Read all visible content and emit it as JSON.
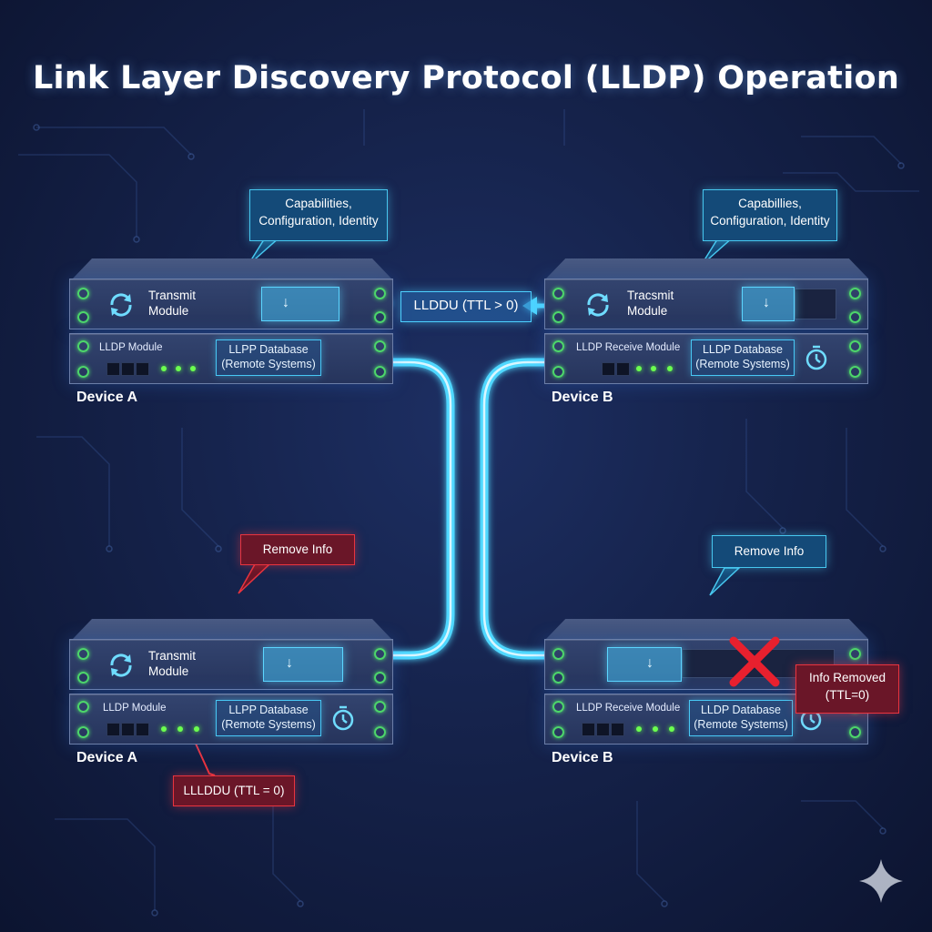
{
  "title": "Link Layer Discovery Protocol (LLDP) Operation",
  "top_left": {
    "callout": [
      "Capabilities,",
      "Configuration, Identity"
    ],
    "transmit_label": [
      "Transmit",
      "Module"
    ],
    "module_label": "LLDP Module",
    "database": [
      "LLPP Database",
      "(Remote Systems)"
    ],
    "device": "Device A"
  },
  "top_right": {
    "callout": [
      "Capabillies,",
      "Configuration, Identity"
    ],
    "transmit_label": [
      "Tracsmit",
      "Module"
    ],
    "module_label": "LLDP Receive Module",
    "database": [
      "LLDP Database",
      "(Remote Systems)"
    ],
    "device": "Device B"
  },
  "lldpdu_label": "LLDDU (TTL > 0)",
  "bottom_left": {
    "callout": "Remove Info",
    "transmit_label": [
      "Transmit",
      "Module"
    ],
    "module_label": "LLDP Module",
    "database": [
      "LLPP Database",
      "(Remote Systems)"
    ],
    "device": "Device A",
    "ttl_callout": "LLLDDU (TTL = 0)"
  },
  "bottom_right": {
    "callout": "Remove Info",
    "module_label": "LLDP Receive Module",
    "database": [
      "LLDP Database",
      "(Remote Systems)"
    ],
    "device": "Device B",
    "removed_callout": [
      "Info Removed",
      "(TTL=0)"
    ]
  },
  "colors": {
    "background": "#15224a",
    "cable": "#4fd8ff",
    "callout_blue": "#47c7ef",
    "callout_red": "#e8343f",
    "led_green": "#6cff4f",
    "cross_red": "#e8202e"
  },
  "icons": [
    "sync-icon",
    "timer-icon",
    "down-arrow-icon",
    "cross-icon",
    "sparkle-icon"
  ]
}
